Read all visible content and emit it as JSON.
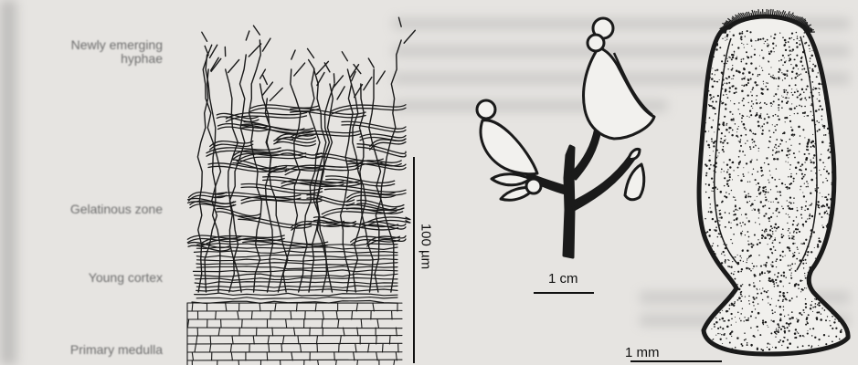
{
  "labels": {
    "emerging_line1": "Newly emerging",
    "emerging_line2": "hyphae",
    "zone": "Gelatinous zone",
    "cortex": "Young cortex",
    "medulla": "Primary medulla"
  },
  "scales": {
    "micro": "100 µm",
    "centimetre": "1 cm",
    "millimetre": "1 mm"
  },
  "colors": {
    "paper": "#e6e4e1",
    "ink": "#1a1a1a",
    "faded_text": "#6c6c6c"
  }
}
